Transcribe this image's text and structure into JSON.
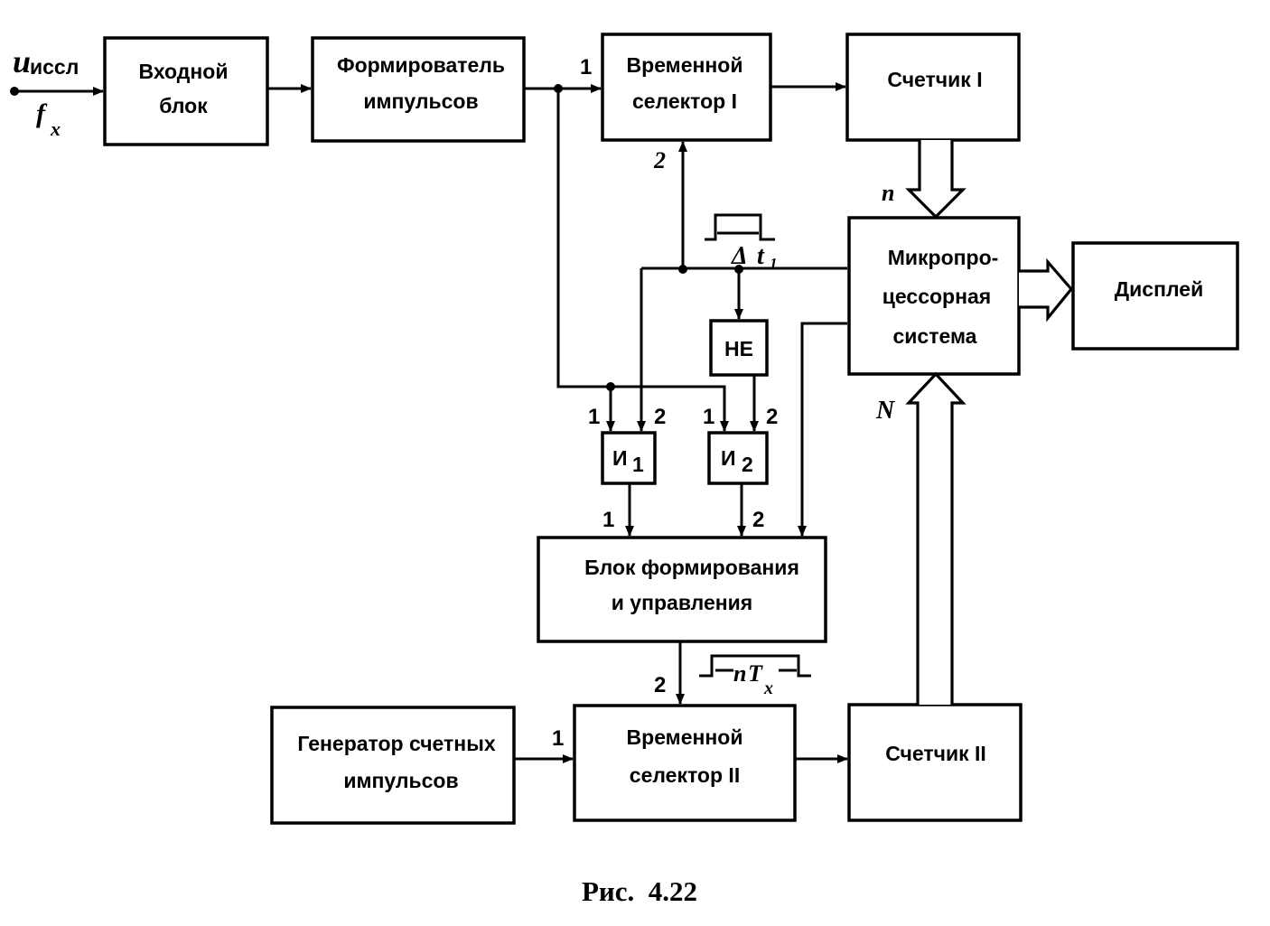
{
  "diagram": {
    "input": {
      "signal": "u",
      "signal_sub": "иссл",
      "freq": "f",
      "freq_sub": "x"
    },
    "blocks": {
      "input_block": [
        "Входной",
        "блок"
      ],
      "pulse_shaper": [
        "Формирователь",
        "импульсов"
      ],
      "time_selector_1": [
        "Временной",
        "селектор I"
      ],
      "counter_1": [
        "Счетчик I"
      ],
      "microprocessor": [
        "Микропро-",
        "цессорная",
        "система"
      ],
      "display": [
        "Дисплей"
      ],
      "not_gate": [
        "НЕ"
      ],
      "and_1": {
        "text": "И",
        "sub": "1"
      },
      "and_2": {
        "text": "И",
        "sub": "2"
      },
      "control_block": [
        "Блок формирования",
        "и управления"
      ],
      "pulse_generator": [
        "Генератор счетных",
        "импульсов"
      ],
      "time_selector_2": [
        "Временной",
        "селектор II"
      ],
      "counter_2": [
        "Счетчик II"
      ]
    },
    "pins": {
      "ts1_in1": "1",
      "ts1_in2": "2",
      "and1_in1": "1",
      "and1_in2": "2",
      "and2_in1": "1",
      "and2_in2": "2",
      "ctrl_in1": "1",
      "ctrl_in2": "2",
      "ts2_in2": "2",
      "ts2_in1": "1"
    },
    "bus_labels": {
      "count_n": "n",
      "count_N": "N"
    },
    "pulse_labels": {
      "delta_t1": {
        "prefix": "Δ",
        "var": "t",
        "sub": "1"
      },
      "nTx": {
        "pre": "n",
        "var": "T",
        "sub": "x"
      }
    }
  },
  "caption": "Рис.  4.22"
}
